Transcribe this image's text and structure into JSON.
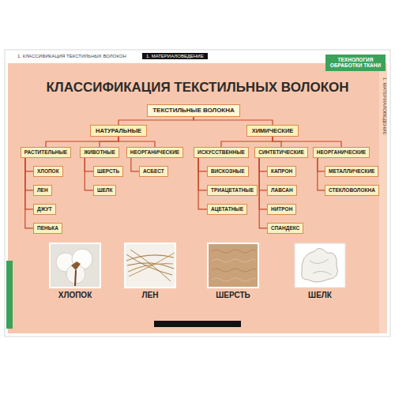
{
  "diagram": {
    "title": "КЛАССИФИКАЦИЯ ТЕКСТИЛЬНЫХ ВОЛОКОН",
    "nodes": [
      {
        "text": [
          "1. МАТЕРИАЛОВЕДЕНИЕ"
        ]
      },
      {
        "text": [
          "ТЕХНОЛОГИЯ ОБРАБОТКИ ТКАНИ"
        ]
      },
      {
        "text": [
          "ТЕКСТИЛЬНЫЕ ВОЛОКНА"
        ]
      },
      {
        "text": [
          "НАТУРАЛЬНЫЕ"
        ]
      },
      {
        "text": [
          "ХИМИЧЕСКИЕ"
        ]
      },
      {
        "text": [
          "РАСТИТЕЛЬНЫЕ"
        ]
      },
      {
        "text": [
          "ЖИВОТНЫЕ"
        ]
      },
      {
        "text": [
          "НЕОРГАНИЧЕСКИЕ"
        ]
      },
      {
        "text": [
          "ИСКУССТВЕННЫЕ"
        ]
      },
      {
        "text": [
          "СИНТЕТИЧЕСКИЕ"
        ]
      },
      {
        "text": [
          "НЕОРГАНИЧЕСКИЕ"
        ]
      },
      {
        "text": [
          "ХЛОПОК"
        ]
      },
      {
        "text": [
          "ЛЕН"
        ]
      },
      {
        "text": [
          "ДЖУТ"
        ]
      },
      {
        "text": [
          "ПЕНЬКА"
        ]
      },
      {
        "text": [
          "ШЕРСТЬ"
        ]
      },
      {
        "text": [
          "ШЕЛК"
        ]
      },
      {
        "text": [
          "АСБЕСТ"
        ]
      },
      {
        "text": [
          "ВИСКОЗНЫЕ"
        ]
      },
      {
        "text": [
          "ТРИАЦЕТАТНЫЕ"
        ]
      },
      {
        "text": [
          "АЦЕТАТНЫЕ"
        ]
      },
      {
        "text": [
          "КАПРОН"
        ]
      },
      {
        "text": [
          "ЛАВСАН"
        ]
      },
      {
        "text": [
          "НИТРОН"
        ]
      },
      {
        "text": [
          "СПАНДЕКС"
        ]
      },
      {
        "text": [
          "МЕТАЛЛИЧЕСКИЕ"
        ]
      },
      {
        "text": [
          "СТЕКЛОВОЛОКНА"
        ]
      }
    ],
    "edges": [
      {
        "from": 2,
        "to": 3,
        "arrow": "none"
      },
      {
        "from": 2,
        "to": 4,
        "arrow": "none"
      },
      {
        "from": 3,
        "to": 5,
        "arrow": "none"
      },
      {
        "from": 3,
        "to": 6,
        "arrow": "none"
      },
      {
        "from": 3,
        "to": 7,
        "arrow": "none"
      },
      {
        "from": 4,
        "to": 8,
        "arrow": "none"
      },
      {
        "from": 4,
        "to": 9,
        "arrow": "none"
      },
      {
        "from": 4,
        "to": 10,
        "arrow": "none"
      },
      {
        "from": 5,
        "to": 11,
        "arrow": "none"
      },
      {
        "from": 5,
        "to": 12,
        "arrow": "none"
      },
      {
        "from": 5,
        "to": 13,
        "arrow": "none"
      },
      {
        "from": 5,
        "to": 14,
        "arrow": "none"
      },
      {
        "from": 6,
        "to": 15,
        "arrow": "none"
      },
      {
        "from": 6,
        "to": 16,
        "arrow": "none"
      },
      {
        "from": 7,
        "to": 17,
        "arrow": "none"
      },
      {
        "from": 8,
        "to": 18,
        "arrow": "none"
      },
      {
        "from": 8,
        "to": 19,
        "arrow": "none"
      },
      {
        "from": 8,
        "to": 20,
        "arrow": "none"
      },
      {
        "from": 9,
        "to": 21,
        "arrow": "none"
      },
      {
        "from": 9,
        "to": 22,
        "arrow": "none"
      },
      {
        "from": 9,
        "to": 23,
        "arrow": "none"
      },
      {
        "from": 9,
        "to": 24,
        "arrow": "none"
      },
      {
        "from": 10,
        "to": 25,
        "arrow": "none"
      },
      {
        "from": 10,
        "to": 26,
        "arrow": "none"
      }
    ],
    "labels": [
      "1. КЛАССИФИКАЦИЯ ТЕКСТИЛЬНЫХ ВОЛОКОН",
      "1. МАТЕРИАЛОВЕДЕНИЕ",
      "ХЛОПОК",
      "ЛЕН",
      "ШЕРСТЬ",
      "ШЕЛК"
    ]
  }
}
